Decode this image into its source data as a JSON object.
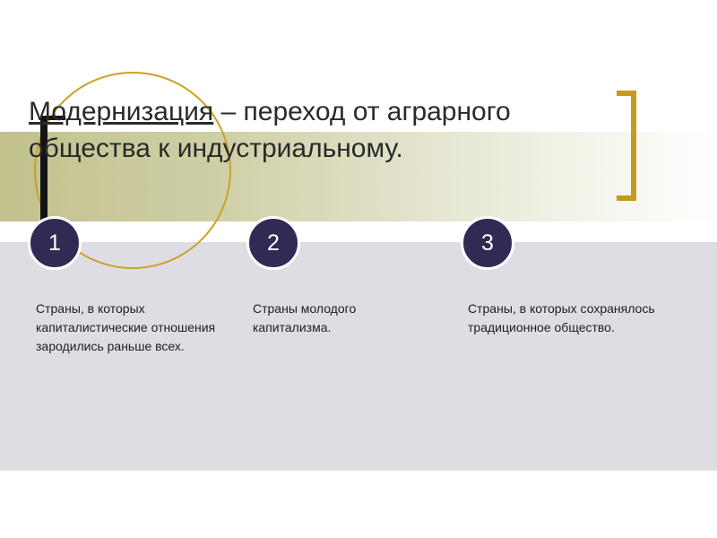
{
  "slide": {
    "title_term": "Модернизация",
    "title_rest": " – переход от аграрного общества к индустриальному.",
    "steps": [
      {
        "number": "1",
        "text": "Страны, в которых капиталистические отношения зародились раньше всех."
      },
      {
        "number": "2",
        "text": "Страны молодого капитализма."
      },
      {
        "number": "3",
        "text": "Страны, в которых сохранялось традиционное общество."
      }
    ]
  },
  "colors": {
    "circle_fill": "#322954",
    "accent_gold": "#c49b1c",
    "band_olive": "#c1c18e",
    "band_gray": "#dfdde4"
  }
}
